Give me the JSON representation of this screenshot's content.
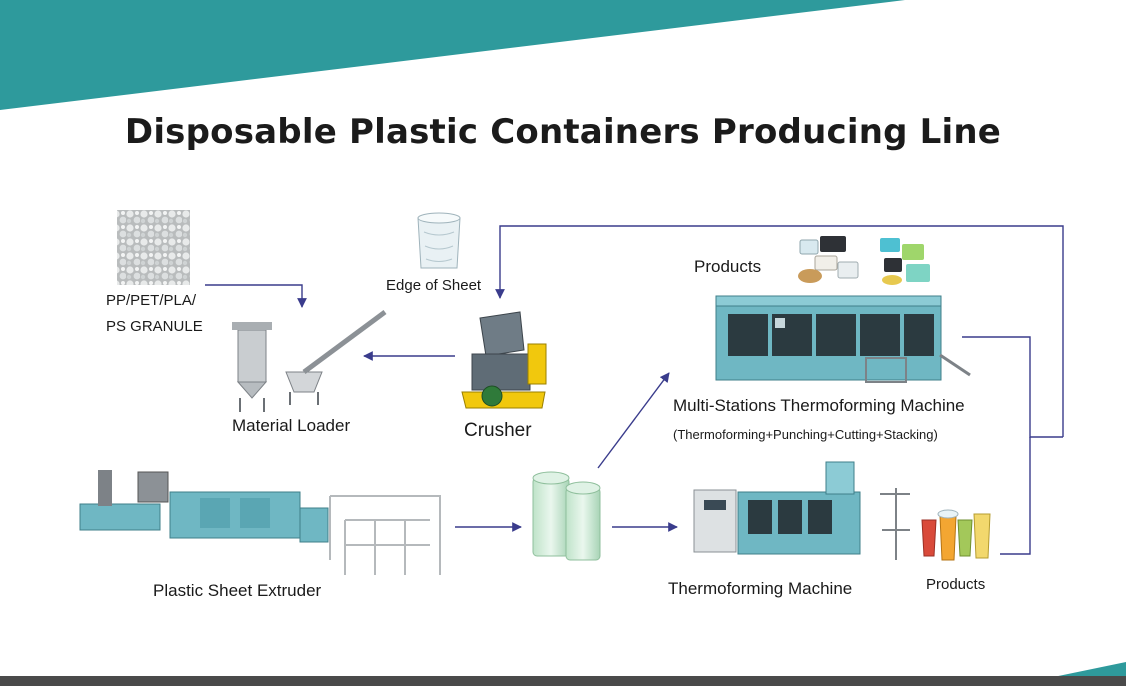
{
  "title": "Disposable Plastic Containers Producing Line",
  "labels": {
    "granule_line1": "PP/PET/PLA/",
    "granule_line2": "PS GRANULE",
    "edge_of_sheet": "Edge of Sheet",
    "material_loader": "Material Loader",
    "crusher": "Crusher",
    "products_top": "Products",
    "multi_station": "Multi-Stations Thermoforming Machine",
    "multi_station_sub": "(Thermoforming+Punching+Cutting+Stacking)",
    "extruder": "Plastic Sheet Extruder",
    "thermoforming": "Thermoforming Machine",
    "products_bottom": "Products"
  },
  "colors": {
    "banner_teal": "#2e9a9c",
    "arrow": "#3a3c8c",
    "machine_teal": "#6fb7c3",
    "bottom_bar": "#4a4a4a"
  }
}
